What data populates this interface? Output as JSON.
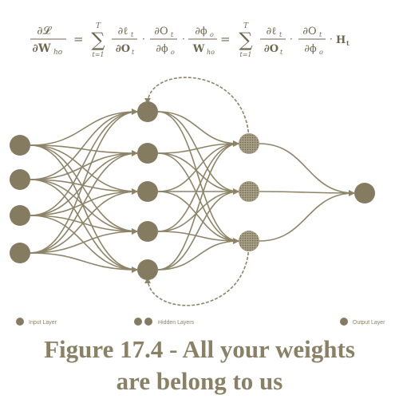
{
  "equation": {
    "lhs_num": "∂𝓛",
    "lhs_den": "∂W",
    "lhs_den_sub": "ho",
    "sum_top": "T",
    "sum_bottom": "t=1",
    "f1_num": "∂ℓ",
    "f1_num_sub": "t",
    "f1_den": "∂O",
    "f1_den_sub": "t",
    "f2_num": "∂O",
    "f2_num_sub": "t",
    "f2_den": "∂ϕ",
    "f2_den_sub": "o",
    "f3_num": "∂ϕ",
    "f3_num_sub": "o",
    "f3_den": "W",
    "f3_den_sub": "ho",
    "g1_num": "∂ℓ",
    "g1_num_sub": "t",
    "g1_den": "∂O",
    "g1_den_sub": "t",
    "g2_num": "∂O",
    "g2_num_sub": "t",
    "g2_den": "∂ϕ",
    "g2_den_sub": "o",
    "tail": "H",
    "tail_sub": "t"
  },
  "legend": {
    "input": "Input Layer",
    "hidden": "Hidden Layers",
    "output": "Output Layer"
  },
  "caption": {
    "line1": "Figure 17.4 - All your weights",
    "line2": "are belong to us"
  },
  "colors": {
    "node": "#857b60",
    "edge": "#8d8468",
    "text": "#8a8065"
  }
}
